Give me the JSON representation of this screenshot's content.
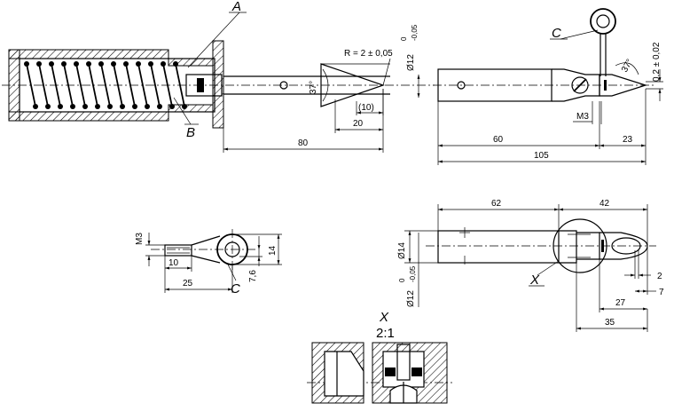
{
  "labels": {
    "A": "A",
    "B": "B",
    "C_top": "C",
    "C_detail": "C",
    "X_marker": "X",
    "X_title": "X",
    "scale": "2:1"
  },
  "dimensions": {
    "radius": "R = 2 ± 0,05",
    "dia_top_main": "Ø12",
    "dia_top_tol_upper": "0",
    "dia_top_tol_lower": "-0,05",
    "angle_left": "37°",
    "len_10_paren": "(10)",
    "len_20": "20",
    "len_80": "80",
    "len_60": "60",
    "len_105": "105",
    "len_23": "23",
    "angle_right": "37°",
    "tip_tol": "0,2 ± 0,02",
    "thread_m3_top": "M3",
    "thread_m3_left": "M3",
    "len_10": "10",
    "len_25": "25",
    "len_14_side": "14",
    "len_7_6": "7,6",
    "len_62": "62",
    "len_42": "42",
    "dia_14": "Ø14",
    "dia_bot_main": "Ø12",
    "dia_bot_tol_upper": "0",
    "dia_bot_tol_lower": "-0,05",
    "len_2": "2",
    "len_7": "7",
    "len_27": "27",
    "len_35": "35"
  }
}
